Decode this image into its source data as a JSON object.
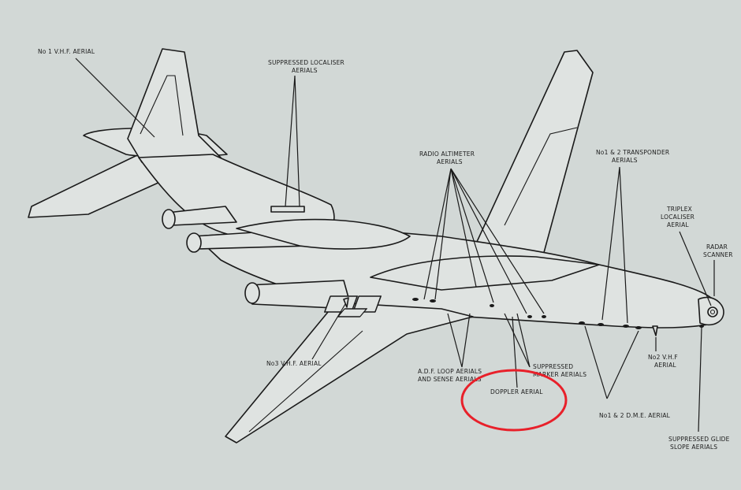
{
  "labels": {
    "no1_vhf": "No 1  V.H.F. AERIAL",
    "supp_loc_1": "SUPPRESSED  LOCALISER",
    "supp_loc_2": "AERIALS",
    "radio_alt_1": "RADIO ALTIMETER",
    "radio_alt_2": "AERIALS",
    "transponder_1": "No1 & 2  TRANSPONDER",
    "transponder_2": "AERIALS",
    "triplex_1": "TRIPLEX",
    "triplex_2": "LOCALISER",
    "triplex_3": "AERIAL",
    "radar_1": "RADAR",
    "radar_2": "SCANNER",
    "no3_vhf": "No3  V.H.F. AERIAL",
    "adf_1": "A.D.F. LOOP AERIALS",
    "adf_2": "AND SENSE AERIALS",
    "supp_marker_1": "SUPPRESSED",
    "supp_marker_2": "MARKER AERIALS",
    "doppler": "DOPPLER  AERIAL",
    "no2_vhf_1": "No2 V.H.F",
    "no2_vhf_2": "AERIAL",
    "dme": "No1 & 2  D.M.E. AERIAL",
    "glide_1": "SUPPRESSED  GLIDE",
    "glide_2": "SLOPE AERIALS"
  },
  "colors": {
    "background": "#d2d8d6",
    "ink": "#1a1a1a",
    "highlight": "#e8202a"
  }
}
